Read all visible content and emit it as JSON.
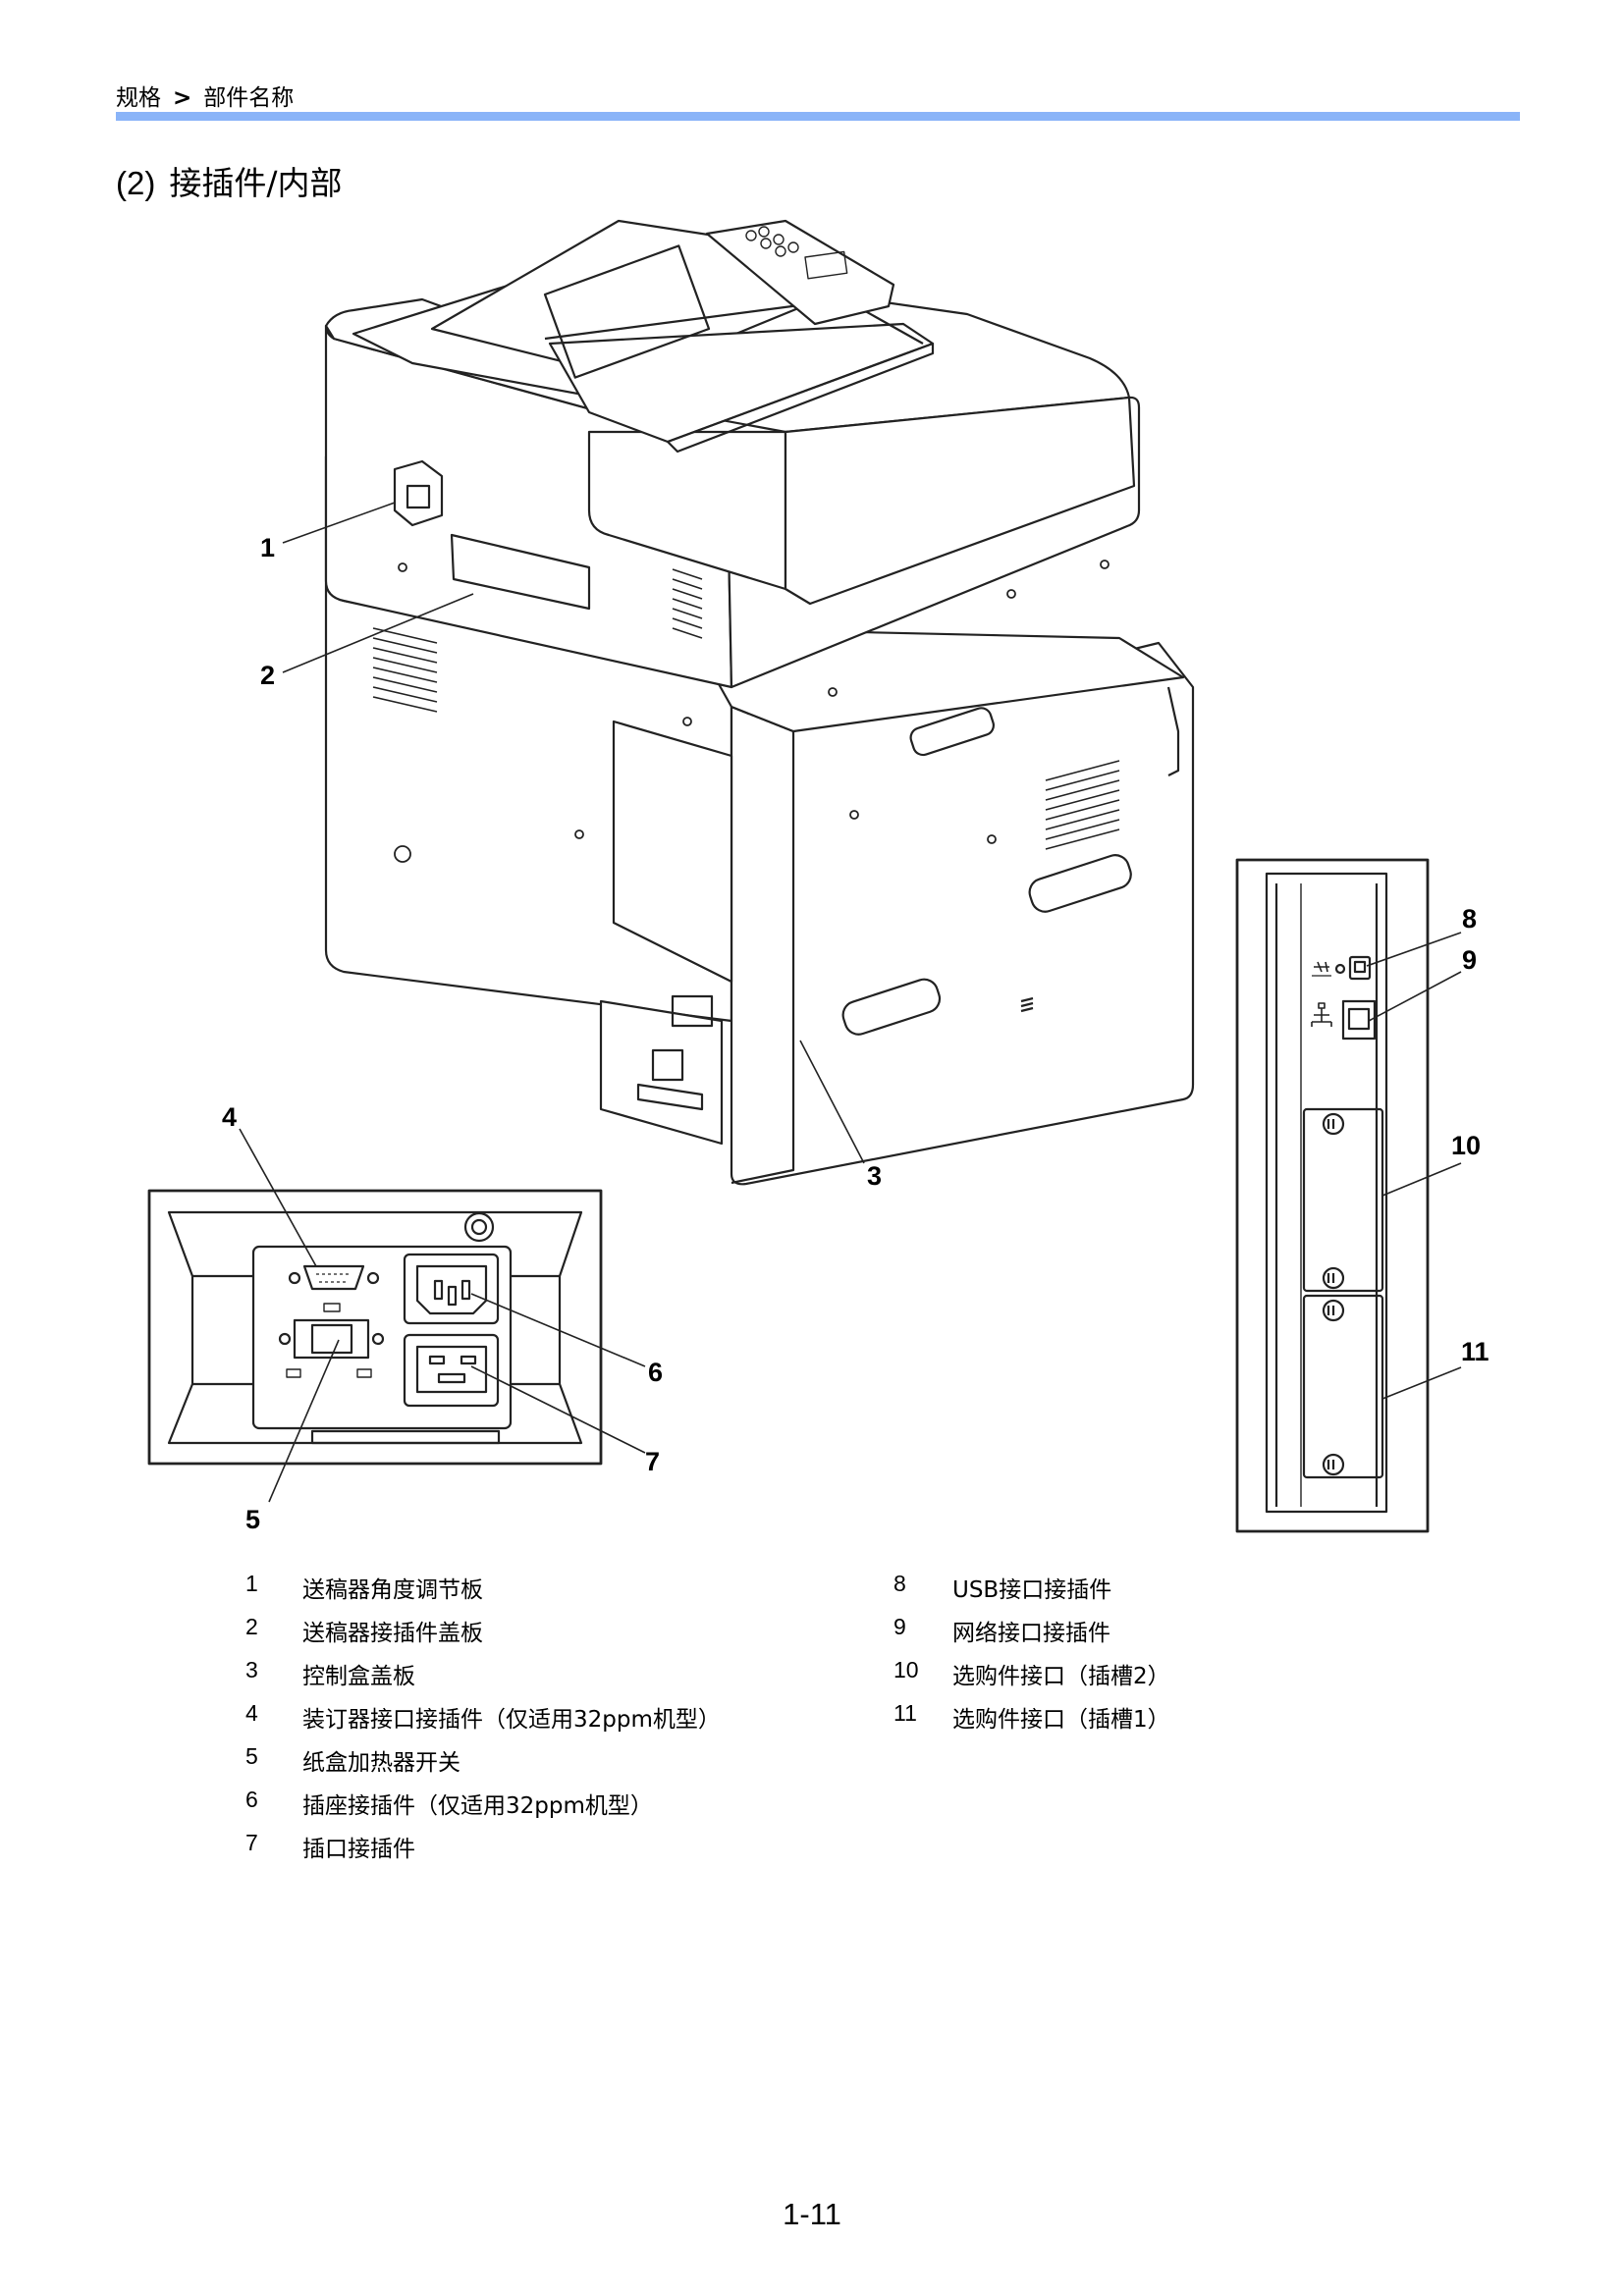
{
  "breadcrumb": {
    "parent": "规格",
    "separator": ">",
    "current": "部件名称"
  },
  "section": {
    "number": "(2)",
    "title": "接插件/内部"
  },
  "callouts": [
    "1",
    "2",
    "3",
    "4",
    "5",
    "6",
    "7",
    "8",
    "9",
    "10",
    "11"
  ],
  "legend_left": [
    {
      "num": "1",
      "text": "送稿器角度调节板"
    },
    {
      "num": "2",
      "text": "送稿器接插件盖板"
    },
    {
      "num": "3",
      "text": "控制盒盖板"
    },
    {
      "num": "4",
      "text": "装订器接口接插件（仅适用32ppm机型）"
    },
    {
      "num": "5",
      "text": "纸盒加热器开关"
    },
    {
      "num": "6",
      "text": "插座接插件（仅适用32ppm机型）"
    },
    {
      "num": "7",
      "text": "插口接插件"
    }
  ],
  "legend_right": [
    {
      "num": "8",
      "text": "USB接口接插件"
    },
    {
      "num": "9",
      "text": "网络接口接插件"
    },
    {
      "num": "10",
      "text": "选购件接口（插槽2）"
    },
    {
      "num": "11",
      "text": "选购件接口（插槽1）"
    }
  ],
  "page_number": "1-11",
  "colors": {
    "header_rule": "#8ab4f8"
  },
  "icons": [
    "usb-icon",
    "network-icon"
  ]
}
